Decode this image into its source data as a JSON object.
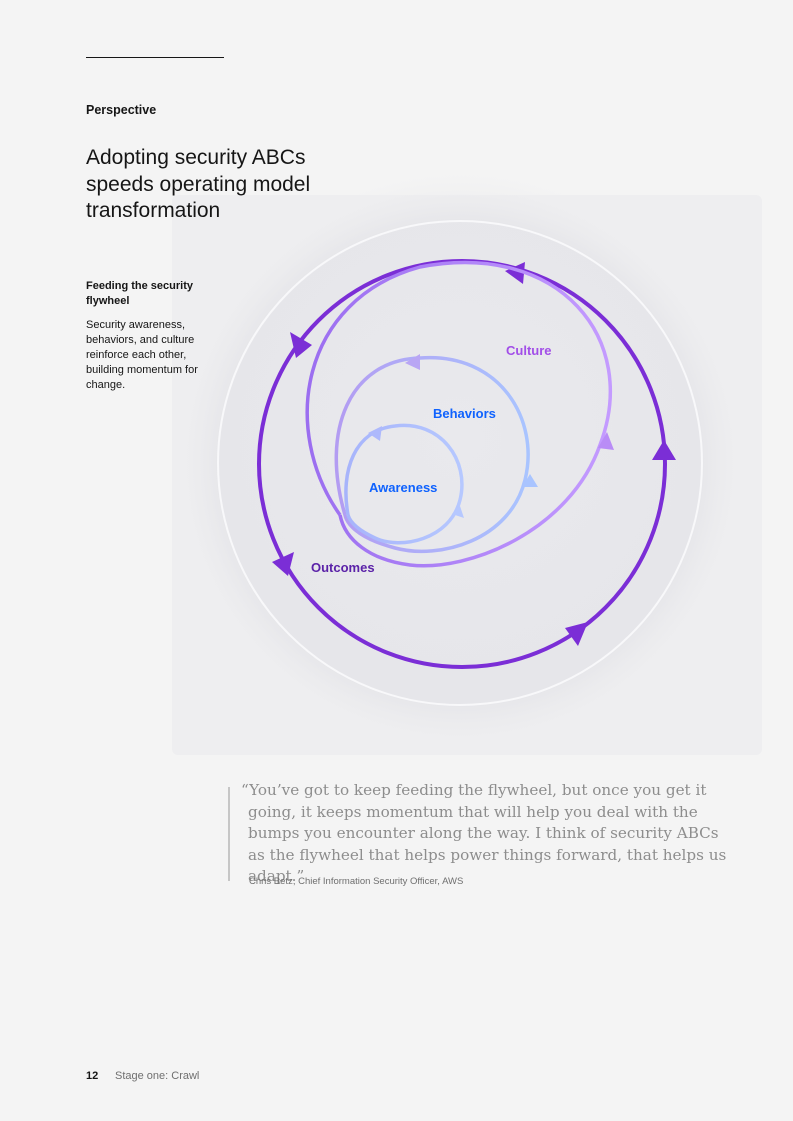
{
  "header": {
    "section_label": "Perspective"
  },
  "title": "Adopting security ABCs speeds operating model transformation",
  "sidebar": {
    "heading": "Feeding the security flywheel",
    "text": "Security awareness, behaviors, and culture reinforce each other, building momentum for change."
  },
  "flywheel": {
    "labels": {
      "culture": "Culture",
      "behaviors": "Behaviors",
      "awareness": "Awareness",
      "outcomes": "Outcomes"
    },
    "colors": {
      "outcomes": "#7b2ed6",
      "culture": "#a872ee",
      "behaviors": "#0f62fe",
      "awareness_ring": "#a9c0ff",
      "culture_label": "#a24ee8",
      "outcomes_label": "#5b22a8"
    }
  },
  "quote": {
    "text": "“You’ve got to keep feeding the flywheel, but once you get it going, it keeps momentum that will help you deal with the bumps you encounter along the way. I think of security ABCs as the flywheel that helps power things forward, that helps us adapt.”",
    "attribution": "Chris Betz, Chief Information Security Officer, AWS"
  },
  "footer": {
    "page_number": "12",
    "section": "Stage one: Crawl"
  }
}
